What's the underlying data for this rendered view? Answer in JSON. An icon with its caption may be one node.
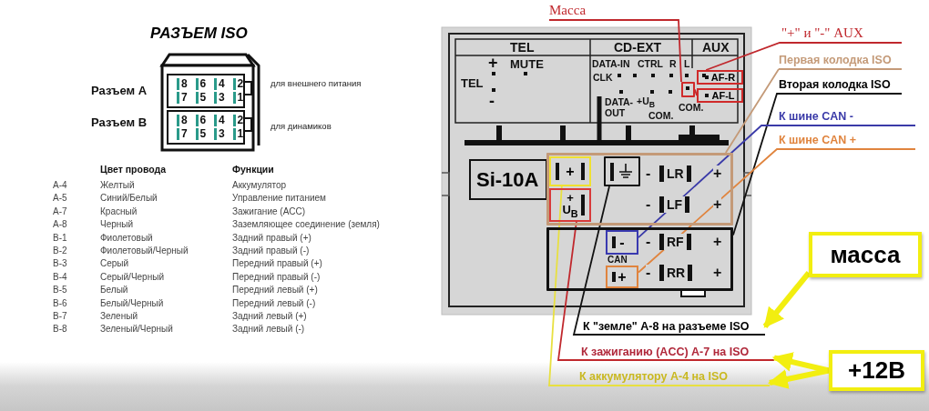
{
  "diagram": {
    "title": "РАЗЪЕМ ISO",
    "nodes": [
      {
        "text": [
          "Масса"
        ]
      },
      {
        "text": [],
        "shape": "box"
      },
      {
        "text": [
          "\"+\" и \"-\" AUX"
        ]
      },
      {
        "text": [
          "AF-R"
        ]
      },
      {
        "text": [
          "AF-L"
        ]
      },
      {
        "text": [
          "Первая колодка ISO"
        ]
      },
      {
        "text": [
          "Вторая колодка ISO"
        ]
      },
      {
        "text": [
          "К шине CAN -"
        ]
      },
      {
        "text": [
          "К шине CAN +"
        ]
      },
      {
        "text": [
          "Si-10A"
        ]
      },
      {
        "text": [],
        "shape": "box"
      },
      {
        "text": [
          "+"
        ],
        "in": 10
      },
      {
        "text": [
          "+",
          "U$_{B}$"
        ],
        "in": 10
      },
      {
        "text": [],
        "shape": "box",
        "in": 10
      },
      {
        "text": [],
        "shape": "box"
      },
      {
        "text": [
          "-"
        ],
        "in": 14
      },
      {
        "text": [
          "+"
        ],
        "in": 14
      },
      {
        "text": [
          "масса"
        ]
      },
      {
        "text": [
          "К \"земле\" A-8 на разъеме ISO"
        ]
      },
      {
        "text": [
          "К зажиганию (ACC) A-7 на ISO"
        ]
      },
      {
        "text": [
          "+12В"
        ]
      },
      {
        "text": [
          "К аккумулятору A-4 на ISO"
        ]
      }
    ],
    "edges": [
      {
        "from": 0,
        "to": 1,
        "arrow": "none",
        "color": "#c0282d"
      },
      {
        "from": 2,
        "to": 3,
        "arrow": "none",
        "color": "#c0282d"
      },
      {
        "from": 1,
        "to": 4,
        "arrow": "none",
        "color": "#c0282d"
      },
      {
        "from": 5,
        "to": 10,
        "arrow": "none",
        "color": "#c49a78"
      },
      {
        "from": 6,
        "to": 14,
        "arrow": "none",
        "color": "#111111"
      },
      {
        "from": 7,
        "to": 15,
        "arrow": "none",
        "color": "#3a3aa8"
      },
      {
        "from": 8,
        "to": 16,
        "arrow": "none",
        "color": "#e0843e"
      },
      {
        "from": 18,
        "to": 13,
        "arrow": "none",
        "color": "#111111"
      },
      {
        "from": 19,
        "to": 12,
        "arrow": "none",
        "color": "#c0282d"
      },
      {
        "from": 21,
        "to": 11,
        "arrow": "none",
        "color": "#e8e040"
      },
      {
        "from": 17,
        "to": 18,
        "arrow": "to",
        "style": "thick",
        "color": "#f2ee10"
      },
      {
        "from": 20,
        "to": 19,
        "arrow": "to",
        "style": "thick",
        "color": "#f2ee10"
      },
      {
        "from": 20,
        "to": 21,
        "arrow": "to",
        "style": "thick",
        "color": "#f2ee10"
      }
    ],
    "labels": [
      "Разъем A",
      "8",
      "6",
      "4",
      "2",
      "7",
      "5",
      "3",
      "1",
      "для внешнего питания",
      "Разъем B",
      "8",
      "6",
      "4",
      "2",
      "7",
      "5",
      "3",
      "1",
      "для динамиков",
      "Цвет провода",
      "Функции",
      "A-4",
      "Желтый",
      "Аккумулятор",
      "A-5",
      "Синий/Белый",
      "Управление питанием",
      "A-7",
      "Красный",
      "Зажигание (ACC)",
      "A-8",
      "Черный",
      "Заземляющее соединение (земля)",
      "B-1",
      "Фиолетовый",
      "Задний правый (+)",
      "B-2",
      "Фиолетовый/Черный",
      "Задний правый (-)",
      "B-3",
      "Серый",
      "Передний правый (+)",
      "B-4",
      "Серый/Черный",
      "Передний правый (-)",
      "B-5",
      "Белый",
      "Передний левый (+)",
      "B-6",
      "Белый/Черный",
      "Передний левый (-)",
      "B-7",
      "Зеленый",
      "Задний левый (+)",
      "B-8",
      "Зеленый/Черный",
      "Задний левый (-)",
      "TEL",
      "CD-EXT",
      "AUX",
      "+",
      "MUTE",
      "DATA-IN",
      "CTRL",
      "R",
      "L",
      "TEL",
      "CLK",
      "-",
      "DATA- OUT",
      "+U$_{B}$",
      "COM.",
      "COM.",
      "-",
      "LR",
      "+",
      "-",
      "LF",
      "+",
      "-",
      "RF",
      "+",
      "CAN",
      "-",
      "RR",
      "+"
    ]
  }
}
